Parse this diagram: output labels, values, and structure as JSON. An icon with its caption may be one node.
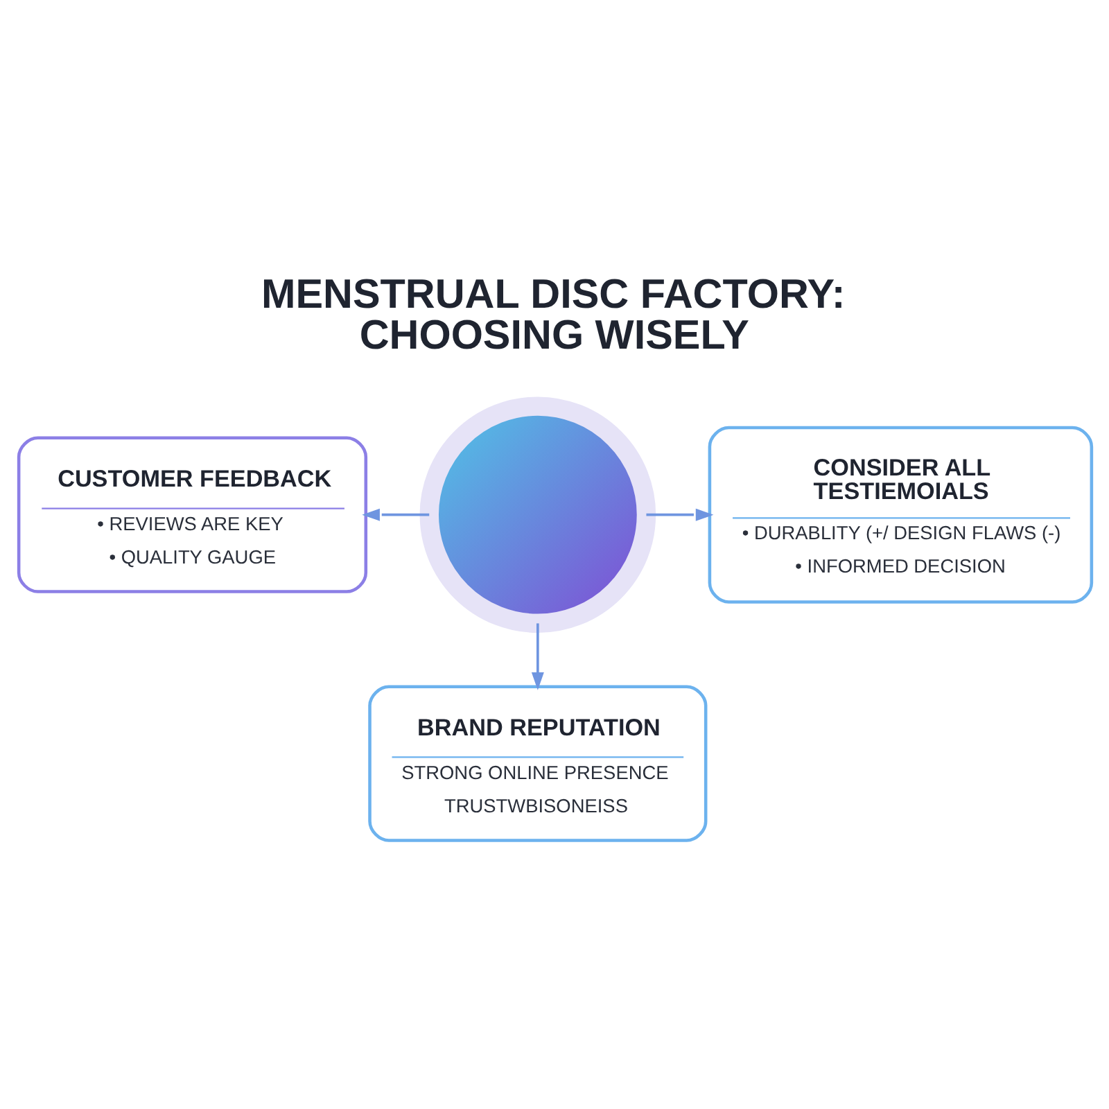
{
  "diagram": {
    "title": "MENSTRUAL DISC FACTORY: CHOOSING WISELY",
    "nodes": [
      {
        "text": [
          "CUSTOMER FEEDBACK",
          "• REVIEWS ARE KEY",
          "• QUALITY GAUGE"
        ]
      },
      {
        "text": [],
        "shape": "circle"
      },
      {
        "text": [
          "CONSIDER ALL TESTIEMOIALS",
          "• DURABLITY (+/ DESIGN FLAWS (-)",
          "• INFORMED DECISION"
        ]
      },
      {
        "text": [
          "BRAND REPUTATION",
          "STRONG ONLINE PRESENCE",
          "TRUSTWBISONEISS"
        ]
      }
    ],
    "edges": [
      {
        "from": 1,
        "to": 0,
        "arrow": "to"
      },
      {
        "from": 1,
        "to": 2,
        "arrow": "to"
      },
      {
        "from": 1,
        "to": 3,
        "arrow": "to"
      }
    ]
  }
}
